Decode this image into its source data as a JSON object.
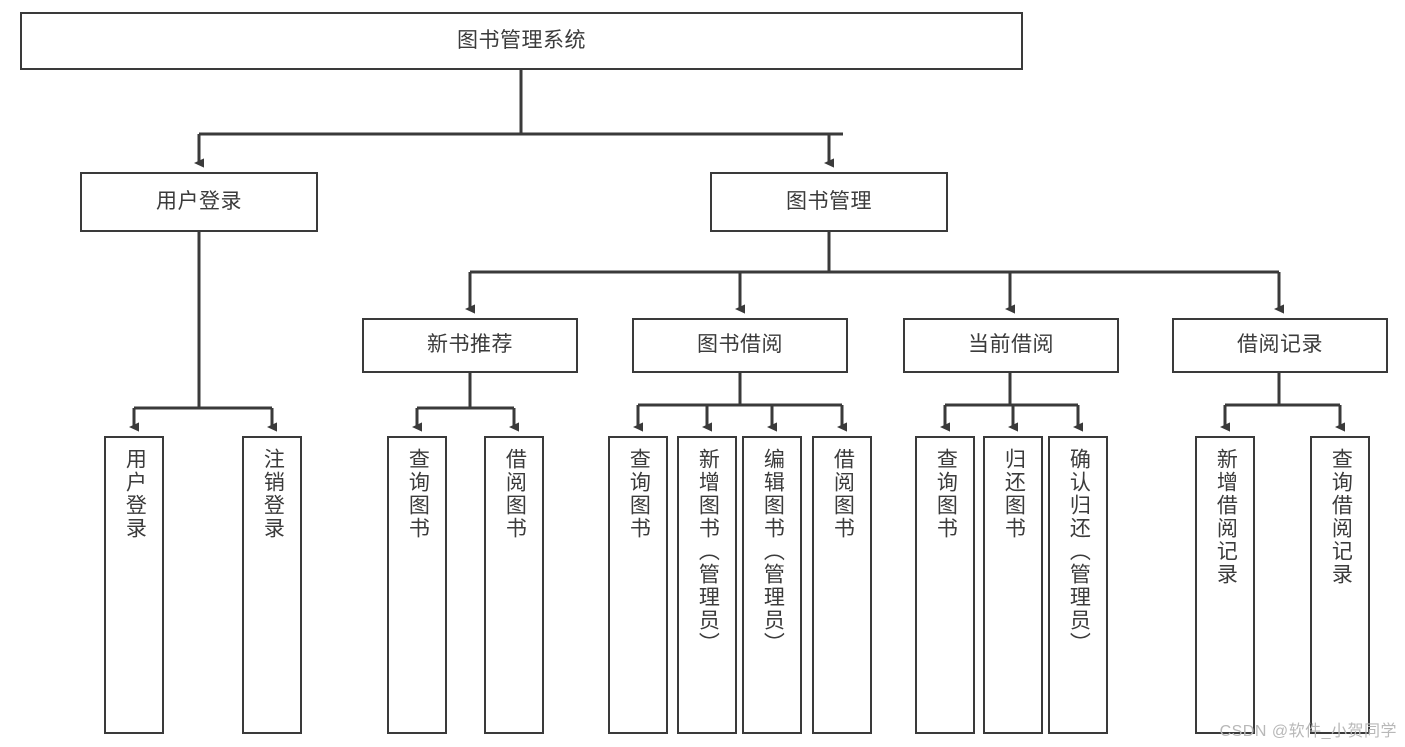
{
  "diagram": {
    "title": "图书管理系统",
    "watermark": "CSDN @软件_小贺同学",
    "line_color": "#3a3a3a",
    "text_color": "#3b3b3b",
    "background": "#ffffff",
    "root": {
      "label": "图书管理系统"
    },
    "level2": [
      {
        "label": "用户登录"
      },
      {
        "label": "图书管理"
      }
    ],
    "level3": [
      {
        "label": "新书推荐"
      },
      {
        "label": "图书借阅"
      },
      {
        "label": "当前借阅"
      },
      {
        "label": "借阅记录"
      }
    ],
    "leaves": {
      "user_login": [
        {
          "label": "用户登录"
        },
        {
          "label": "注销登录"
        }
      ],
      "new_book_recommend": [
        {
          "label": "查询图书"
        },
        {
          "label": "借阅图书"
        }
      ],
      "book_borrow": [
        {
          "label": "查询图书"
        },
        {
          "label": "新增图书（管理员）"
        },
        {
          "label": "编辑图书（管理员）"
        },
        {
          "label": "借阅图书"
        }
      ],
      "current_borrow": [
        {
          "label": "查询图书"
        },
        {
          "label": "归还图书"
        },
        {
          "label": "确认归还（管理员）"
        }
      ],
      "borrow_record": [
        {
          "label": "新增借阅记录"
        },
        {
          "label": "查询借阅记录"
        }
      ]
    }
  }
}
